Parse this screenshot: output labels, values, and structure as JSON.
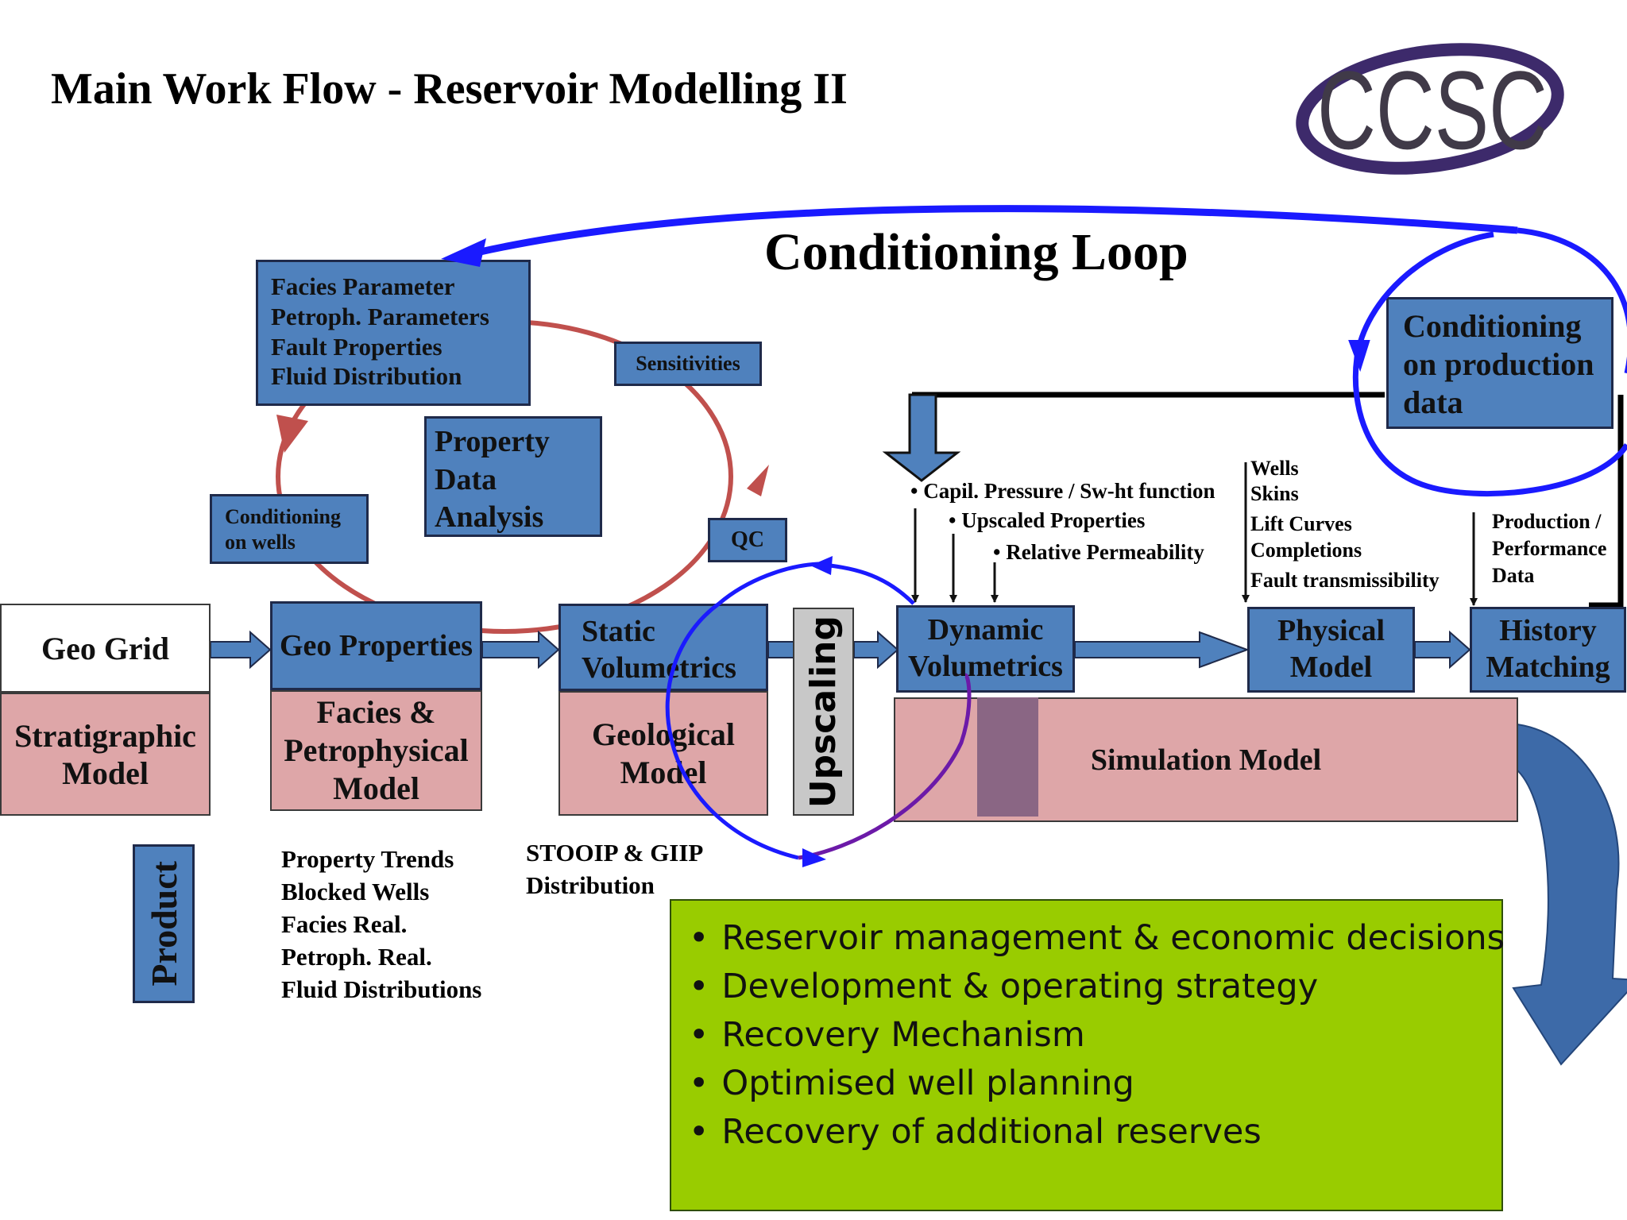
{
  "header": {
    "title": "Main Work Flow - Reservoir Modelling II",
    "logo_text": "CCSC",
    "loop_title": "Conditioning Loop"
  },
  "colors": {
    "box_blue": "#4f81bd",
    "box_pink": "#dea6a8",
    "loop_blue": "#1a1aff",
    "ring_red": "#c0504d",
    "panel_green": "#99cc00"
  },
  "cycle": {
    "parameters": [
      "Facies Parameter",
      "Petroph. Parameters",
      "Fault Properties",
      "Fluid Distribution"
    ],
    "sensitivities": "Sensitivities",
    "property_analysis": [
      "Property",
      "Data",
      "Analysis"
    ],
    "conditioning_wells": [
      "Conditioning",
      "on wells"
    ],
    "qc": "QC"
  },
  "conditioning_production": [
    "Conditioning",
    "on production",
    "data"
  ],
  "flow": {
    "geo_grid": "Geo Grid",
    "stratigraphic": [
      "Stratigraphic",
      "Model"
    ],
    "geo_properties": "Geo Properties",
    "facies_petro": [
      "Facies &",
      "Petrophysical",
      "Model"
    ],
    "static_vol": [
      "Static",
      "Volumetrics"
    ],
    "geological": [
      "Geological",
      "Model"
    ],
    "upscaling": "Upscaling",
    "dynamic_vol": [
      "Dynamic",
      "Volumetrics"
    ],
    "simulation": "Simulation Model",
    "physical": [
      "Physical",
      "Model"
    ],
    "history": [
      "History",
      "Matching"
    ]
  },
  "inputs": {
    "dynamic": [
      "• Capil. Pressure / Sw-ht function",
      "• Upscaled Properties",
      "• Relative Permeability"
    ],
    "physical": [
      "Wells",
      "Skins",
      "Lift Curves",
      "Completions",
      "Fault transmissibility"
    ],
    "history": [
      "Production /",
      "Performance",
      "Data"
    ]
  },
  "product": {
    "label": "Product",
    "geo_properties_outputs": [
      "Property Trends",
      "Blocked Wells",
      "Facies Real.",
      "Petroph. Real.",
      "Fluid Distributions"
    ],
    "static_outputs": [
      "STOOIP & GIIP",
      "Distribution"
    ]
  },
  "decisions": [
    "Reservoir management & economic decisions",
    "Development & operating strategy",
    "Recovery Mechanism",
    "Optimised well planning",
    "Recovery of additional reserves"
  ]
}
